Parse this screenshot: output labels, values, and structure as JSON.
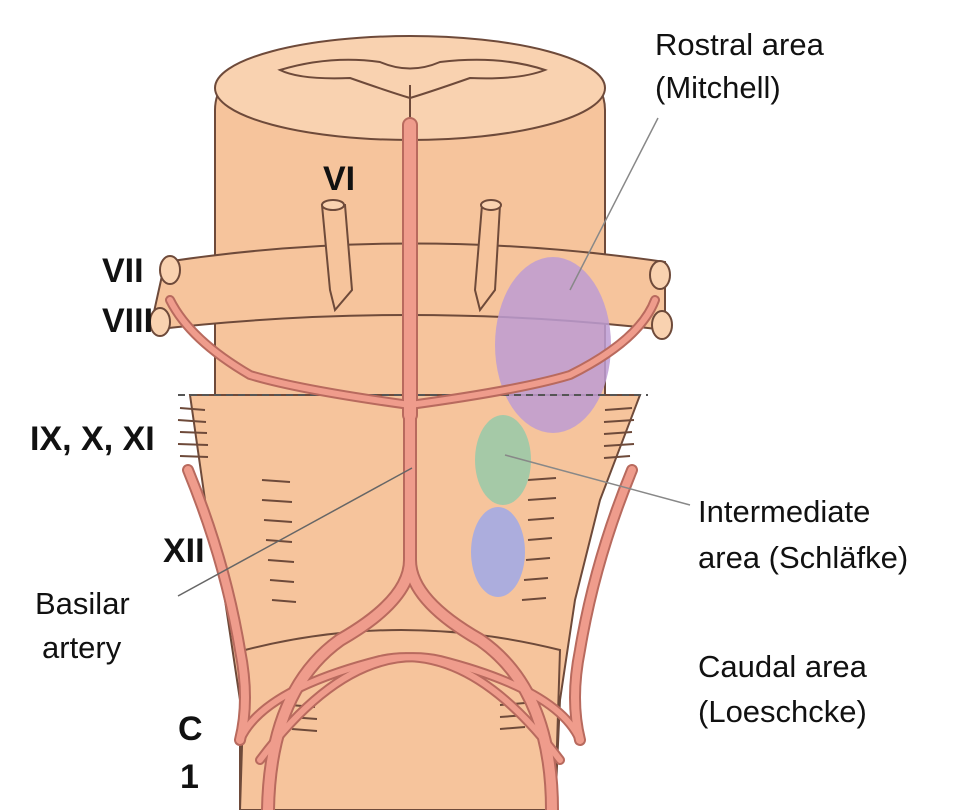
{
  "colors": {
    "tissue": "#f6c49c",
    "tissue_shadow": "#e9b088",
    "artery": "#ef9c8c",
    "artery_edge": "#b86a5e",
    "rostral_area": "#bd9cd4",
    "intermediate_area": "#9ccaa8",
    "caudal_area": "#a4abe4"
  },
  "labels": {
    "rostral_area_line1": "Rostral area",
    "rostral_area_line2": "(Mitchell)",
    "intermediate_area_line1": "Intermediate",
    "intermediate_area_line2": "area (Schläfke)",
    "caudal_area_line1": "Caudal area",
    "caudal_area_line2": "(Loeschcke)",
    "basilar_line1": "Basilar",
    "basilar_line2": "artery",
    "nerve_vi": "VI",
    "nerve_vii": "VII",
    "nerve_viii": "VIII",
    "nerve_ix_x_xi": "IX, X, XI",
    "nerve_xii": "XII",
    "c1_line1": "C",
    "c1_line2": "1"
  }
}
